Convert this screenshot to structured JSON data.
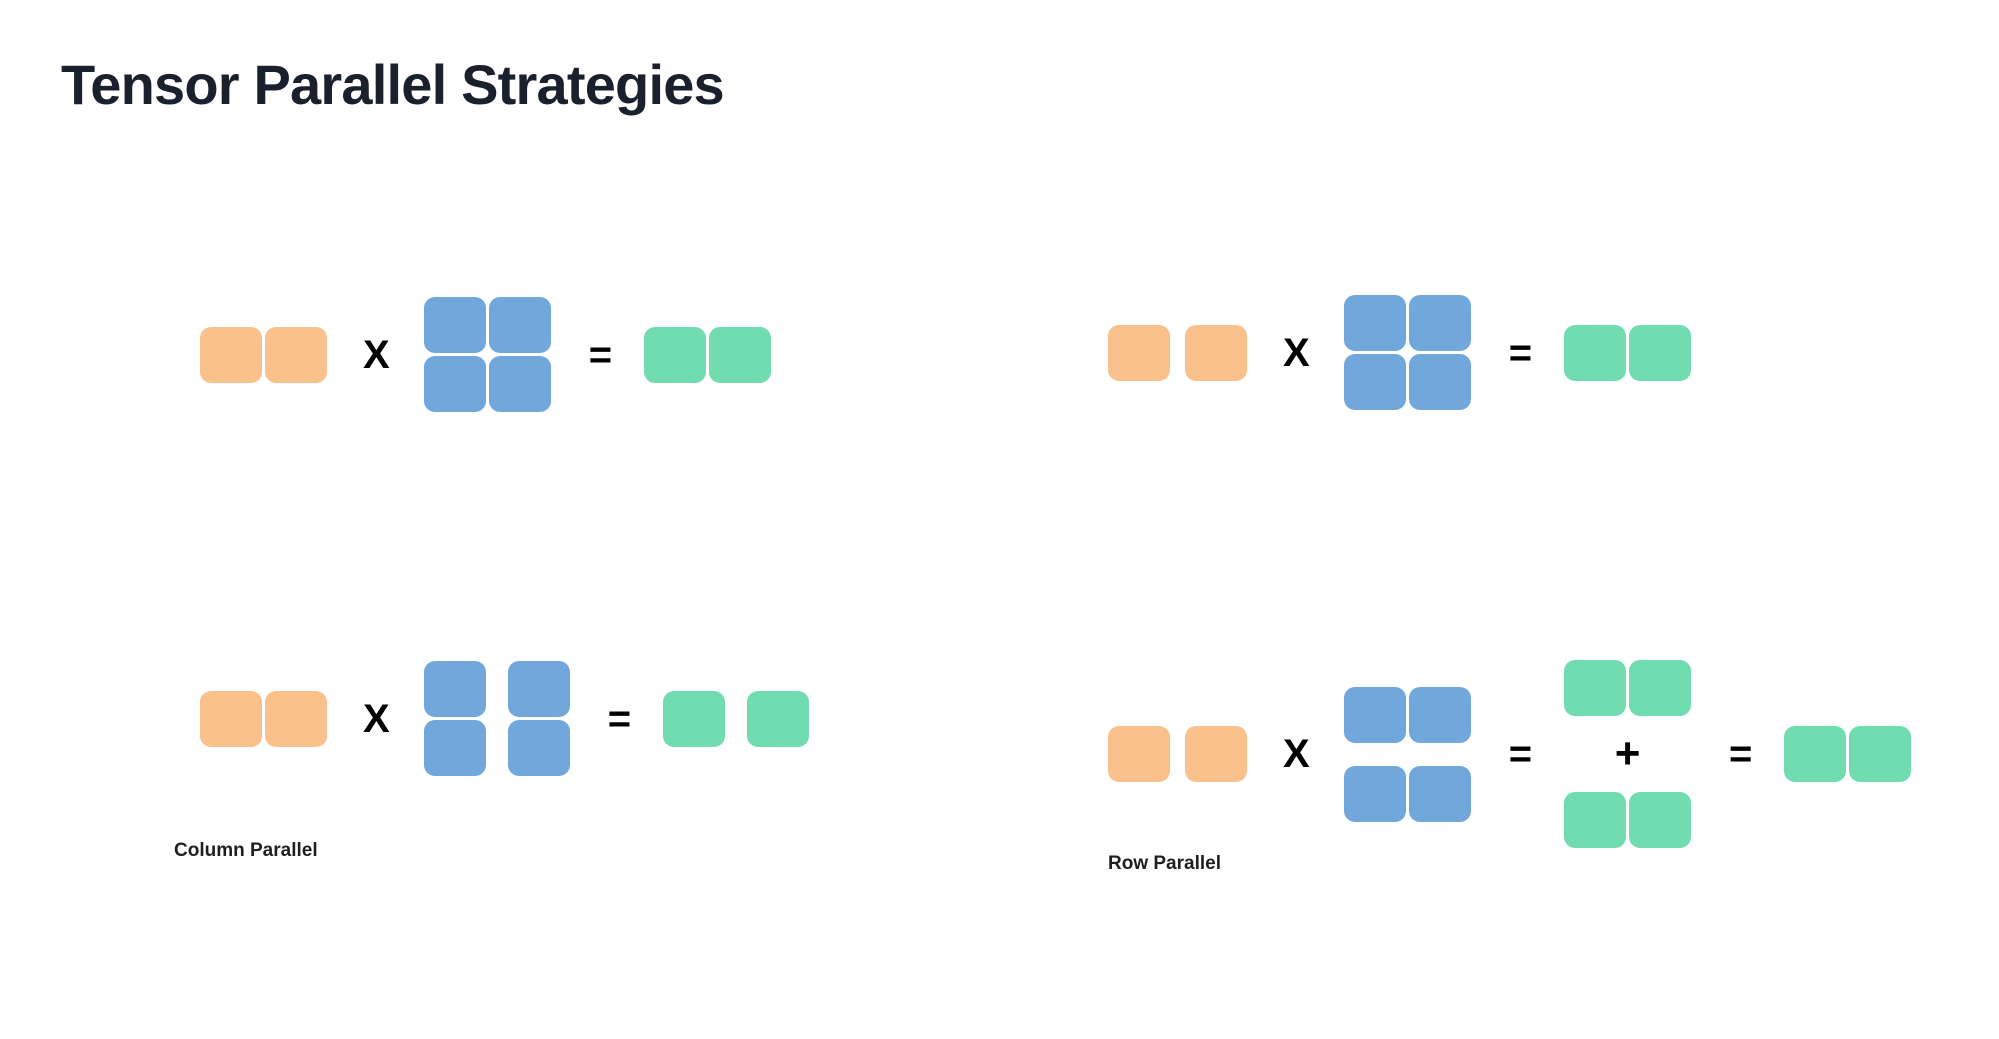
{
  "page": {
    "title": "Tensor Parallel Strategies",
    "background": "#ffffff",
    "title_color": "#1a202c"
  },
  "palette": {
    "input_orange": "#fbc18d",
    "weight_blue": "#72a7dc",
    "output_green": "#70dcaf",
    "operator_black": "#000000"
  },
  "operators": {
    "multiply": "X",
    "equals": "=",
    "plus": "+"
  },
  "diagrams": [
    {
      "id": "column-parallel-full",
      "position": "top-left",
      "caption": "",
      "terms": [
        {
          "role": "input",
          "color": "input_orange",
          "rows": 1,
          "cols": 2,
          "col_gap": "tight",
          "row_gap": "tight"
        },
        {
          "role": "operator",
          "symbol": "X"
        },
        {
          "role": "weight",
          "color": "weight_blue",
          "rows": 2,
          "cols": 2,
          "col_gap": "tight",
          "row_gap": "tight"
        },
        {
          "role": "operator",
          "symbol": "="
        },
        {
          "role": "output",
          "color": "output_green",
          "rows": 1,
          "cols": 2,
          "col_gap": "tight",
          "row_gap": "tight"
        }
      ]
    },
    {
      "id": "row-parallel-full",
      "position": "top-right",
      "caption": "",
      "terms": [
        {
          "role": "input",
          "color": "input_orange",
          "rows": 1,
          "cols": 2,
          "col_gap": "split",
          "row_gap": "tight"
        },
        {
          "role": "operator",
          "symbol": "X"
        },
        {
          "role": "weight",
          "color": "weight_blue",
          "rows": 2,
          "cols": 2,
          "col_gap": "tight",
          "row_gap": "tight"
        },
        {
          "role": "operator",
          "symbol": "="
        },
        {
          "role": "output",
          "color": "output_green",
          "rows": 1,
          "cols": 2,
          "col_gap": "tight",
          "row_gap": "tight"
        }
      ]
    },
    {
      "id": "column-parallel",
      "position": "bottom-left",
      "caption": "Column Parallel",
      "terms": [
        {
          "role": "input",
          "color": "input_orange",
          "rows": 1,
          "cols": 2,
          "col_gap": "tight",
          "row_gap": "tight"
        },
        {
          "role": "operator",
          "symbol": "X"
        },
        {
          "role": "weight",
          "color": "weight_blue",
          "rows": 2,
          "cols": 2,
          "col_gap": "wide",
          "row_gap": "tight"
        },
        {
          "role": "operator",
          "symbol": "="
        },
        {
          "role": "output",
          "color": "output_green",
          "rows": 1,
          "cols": 2,
          "col_gap": "wide",
          "row_gap": "tight"
        }
      ]
    },
    {
      "id": "row-parallel",
      "position": "bottom-right",
      "caption": "Row Parallel",
      "terms": [
        {
          "role": "input",
          "color": "input_orange",
          "rows": 1,
          "cols": 2,
          "col_gap": "split",
          "row_gap": "tight"
        },
        {
          "role": "operator",
          "symbol": "X"
        },
        {
          "role": "weight",
          "color": "weight_blue",
          "rows": 2,
          "cols": 2,
          "col_gap": "tight",
          "row_gap": "wide"
        },
        {
          "role": "operator",
          "symbol": "="
        },
        {
          "role": "partial-sum",
          "color": "output_green",
          "parts": 2,
          "rows": 1,
          "cols": 2,
          "joiner": "+"
        },
        {
          "role": "operator",
          "symbol": "="
        },
        {
          "role": "output",
          "color": "output_green",
          "rows": 1,
          "cols": 2,
          "col_gap": "tight",
          "row_gap": "tight"
        }
      ]
    }
  ],
  "captions": {
    "column_parallel": "Column Parallel",
    "row_parallel": "Row Parallel"
  }
}
